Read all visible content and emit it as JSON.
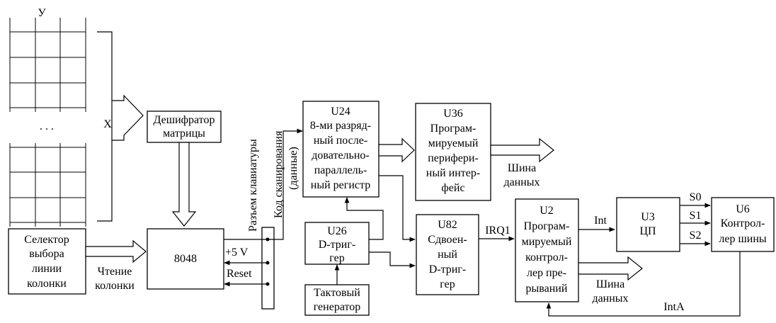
{
  "matrix": {
    "y_label": "У",
    "x_label": "X",
    "dots": ". . ."
  },
  "decoder": {
    "lines": [
      "Дешифратор",
      "матрицы"
    ]
  },
  "selector": {
    "lines": [
      "Селектор",
      "выбора",
      "линии",
      "колонки"
    ]
  },
  "read_cols": {
    "lines": [
      "Чтение",
      "колонки"
    ]
  },
  "mcu": {
    "label": "8048"
  },
  "connector": {
    "label": "Разъем клавиатуры",
    "v5": "+5 V",
    "reset": "Reset"
  },
  "scan_code": {
    "line1": "Код сканирования",
    "line2": "(данные)"
  },
  "u24": {
    "lines": [
      "U24",
      "8-ми разряд-",
      "ный после-",
      "довательно-",
      "параллель-",
      "ный регистр"
    ]
  },
  "u26": {
    "lines": [
      "U26",
      "D-триг-",
      "гер"
    ]
  },
  "clock": {
    "lines": [
      "Тактовый",
      "генератор"
    ]
  },
  "u36": {
    "lines": [
      "U36",
      "Програм-",
      "мируемый",
      "перифери-",
      "ный интер-",
      "фейс"
    ]
  },
  "bus1": {
    "lines": [
      "Шина",
      "данных"
    ]
  },
  "u82": {
    "lines": [
      "U82",
      "Сдвоен-",
      "ный",
      "D-триг-",
      "гер"
    ]
  },
  "irq1": {
    "label": "IRQ1"
  },
  "u2": {
    "lines": [
      "U2",
      "Програм-",
      "мируемый",
      "контрол-",
      "лер пре-",
      "рываний"
    ]
  },
  "int": {
    "label": "Int"
  },
  "bus2": {
    "lines": [
      "Шина",
      "данных"
    ]
  },
  "u3": {
    "lines": [
      "U3",
      "ЦП"
    ]
  },
  "s_lines": [
    "S0",
    "S1",
    "S2"
  ],
  "u6": {
    "lines": [
      "U6",
      "Контрол-",
      "лер шины"
    ]
  },
  "inta": {
    "label": "IntA"
  }
}
